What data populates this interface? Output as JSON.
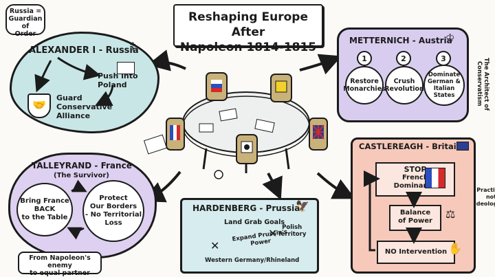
{
  "title": {
    "line1": "Reshaping Europe After",
    "line2": "Napoleon 1814-1815"
  },
  "russia_note": {
    "line1": "Russia =",
    "line2": "Guardian of",
    "line3": "Order"
  },
  "alexander": {
    "heading": "ALEXANDER I - Russia",
    "push": {
      "line1": "Push into",
      "line2": "Poland"
    },
    "guard": {
      "line1": "Guard",
      "line2": "Conservative",
      "line3": "Alliance"
    }
  },
  "metternich": {
    "heading": "METTERNICH - Austria",
    "side_note": {
      "line1": "The Architect of",
      "line2": "Conservatism"
    },
    "items": [
      {
        "num": "1",
        "line1": "Restore",
        "line2": "Monarchies"
      },
      {
        "num": "2",
        "line1": "Crush",
        "line2": "Revolution"
      },
      {
        "num": "3",
        "line1": "Dominate",
        "line2": "German &",
        "line3": "Italian States"
      }
    ]
  },
  "talleyrand": {
    "heading": "TALLEYRAND - France",
    "sub": "(The Survivor)",
    "left": {
      "line1": "Bring France",
      "line2": "BACK",
      "line3": "to the Table"
    },
    "right": {
      "line1": "Protect",
      "line2": "Our Borders",
      "line3": "- No Territorial",
      "line4": "Loss"
    },
    "note": {
      "line1": "From Napoleon's enemy",
      "line2": "to equal partner"
    }
  },
  "hardenberg": {
    "heading": "HARDENBERG - Prussia",
    "goals": "Land Grab Goals",
    "polish": {
      "line1": "Polish",
      "line2": "Territory"
    },
    "expand": {
      "line1": "Expand Prussia's",
      "line2": "Power"
    },
    "western": "Western Germany/Rhineland"
  },
  "castlereagh": {
    "heading": "CASTLEREAGH - Britain",
    "side_note": {
      "line1": "Practical,",
      "line2": "not",
      "line3": "ideological"
    },
    "stop": {
      "line1": "STOP",
      "line2": "French",
      "line3": "Dominance"
    },
    "balance": {
      "line1": "Balance",
      "line2": "of Power"
    },
    "no_intervention": "NO Intervention"
  },
  "colors": {
    "cloud": "#c9e6e7",
    "lavender": "#d9cdef",
    "salmon": "#f6c9bb",
    "scroll": "#d6ecef"
  }
}
